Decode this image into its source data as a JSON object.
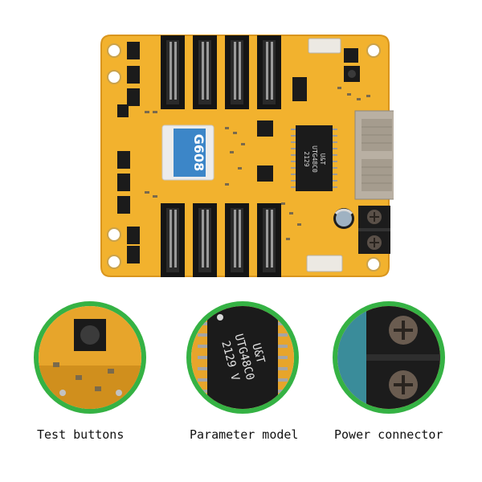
{
  "board": {
    "chip_label": "G608",
    "ic_text_line1": "U&T",
    "ic_text_line2": "UTG48C0",
    "ic_text_line3": "2129",
    "colors": {
      "pcb": "#f2b22e",
      "pcb_edge": "#d9951d",
      "header": "#151515",
      "pin": "#9a9a9a",
      "ic": "#1b1b1b",
      "module": "#3c86c8",
      "rj45": "#b9b0a3",
      "terminal": "#1c1c1c",
      "accent_green": "#35b244"
    }
  },
  "details": [
    {
      "caption": "Test buttons",
      "icon": "tact-switch-icon"
    },
    {
      "caption": "Parameter model",
      "icon": "ic-chip-icon",
      "text_line1": "U&T",
      "text_line2": "UTG48C0",
      "text_line3": "2129 V"
    },
    {
      "caption": "Power connector",
      "icon": "terminal-block-icon"
    }
  ]
}
